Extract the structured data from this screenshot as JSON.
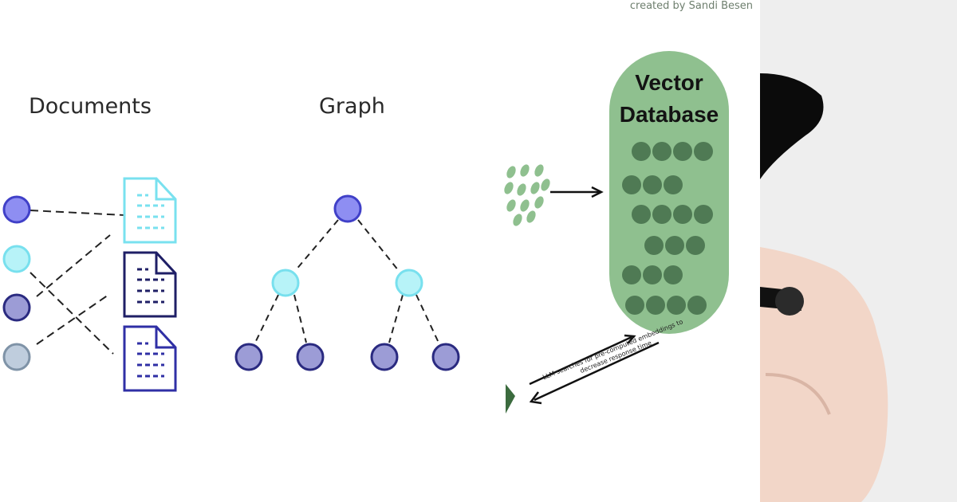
{
  "credit": "created by Sandi Besen",
  "left_panel": {
    "documents_label": "Documents",
    "graph_label": "Graph"
  },
  "vector_db": {
    "title_line1": "Vector",
    "title_line2": "Database",
    "arrow_note": "LLM searches for pre-computed embeddings to decrease response time"
  },
  "colors": {
    "node_blue": "#8e8ef2",
    "node_cyan": "#b7f3f8",
    "node_navy": "#9c9cd6",
    "node_gray": "#bfcddd",
    "db_fill": "#8fc08f",
    "db_pill": "#4f7a54"
  }
}
